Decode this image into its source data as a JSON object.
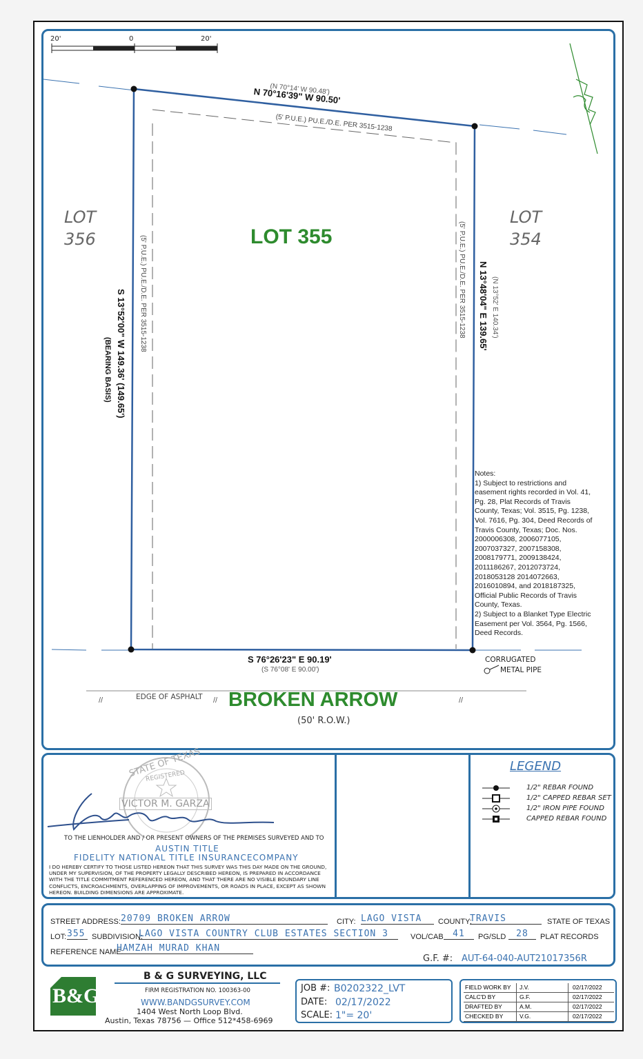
{
  "scale_bar": {
    "left": "20'",
    "center": "0",
    "right": "20'"
  },
  "lot": {
    "title": "LOT 355",
    "left_neighbor": [
      "LOT",
      "356"
    ],
    "right_neighbor": [
      "LOT",
      "354"
    ]
  },
  "bearings": {
    "north_record": "(N 70°14' W 90.48')",
    "north": "N 70°16'39\" W 90.50'",
    "north_easement": "(5' P.U.E.) PU.E./D.E. PER 3515-1238",
    "west": "S 13°52'00\" W 149.36' (149.65')",
    "west_basis": "(BEARING BASIS)",
    "west_easement": "(5' P.U.E.) PU.E./D.E. PER 3515-1238",
    "east": "N 13°48'04\" E 139.65'",
    "east_record": "(N 13°52' E 140.34')",
    "east_easement": "(5' P.U.E.) PU.E./D.E. PER 3515-1238",
    "south": "S 76°26'23\" E 90.19'",
    "south_record": "(S 76°08' E 90.00')"
  },
  "road": {
    "name": "BROKEN ARROW",
    "row": "(50' R.O.W.)",
    "edge": "EDGE OF ASPHALT",
    "pipe": [
      "CORRUGATED",
      "METAL PIPE"
    ]
  },
  "notes": [
    "Notes:",
    "1) Subject to restrictions and",
    "easement rights recorded in Vol. 41,",
    "Pg. 28, Plat Records of Travis",
    "County, Texas; Vol. 3515, Pg. 1238,",
    "Vol. 7616, Pg. 304, Deed Records of",
    "Travis County, Texas; Doc. Nos.",
    "2000006308, 2006077105,",
    "2007037327, 2007158308,",
    "2008179771, 2009138424,",
    "2011186267, 2012073724,",
    "2018053128 2014072663,",
    "2016010894, and 2018187325,",
    "Official Public Records of Travis",
    "County, Texas.",
    "2) Subject to a Blanket Type Electric",
    "Easement per Vol. 3564, Pg. 1566,",
    "Deed Records."
  ],
  "certification": {
    "seal_top": "STATE OF TEXAS",
    "seal_mid": "REGISTERED",
    "seal_name": "VICTOR M. GARZA",
    "to_line": "TO THE LIENHOLDER AND / OR PRESENT OWNERS OF THE PREMISES SURVEYED AND TO",
    "title_co": "AUSTIN TITLE",
    "insurer": "FIDELITY NATIONAL TITLE INSURANCECOMPANY",
    "statement": [
      "I DO HEREBY CERTIFY TO THOSE LISTED HEREON THAT THIS SURVEY WAS THIS DAY MADE ON THE GROUND,",
      "UNDER MY SUPERVISION, OF THE PROPERTY LEGALLY DESCRIBED HEREON, IS  PREPARED IN ACCORDANCE",
      "WITH THE TITLE COMMITMENT REFERENCED HEREON, AND THAT THERE ARE NO VISIBLE BOUNDARY LINE",
      "CONFLICTS, ENCROACHMENTS, OVERLAPPING OF IMPROVEMENTS, OR ROADS IN PLACE, EXCEPT AS SHOWN",
      "HEREON.  BUILDING DIMENSIONS ARE APPROXIMATE."
    ]
  },
  "legend": {
    "title": "LEGEND",
    "items": [
      "1/2\" REBAR FOUND",
      "1/2\" CAPPED REBAR SET",
      "1/2\" IRON PIPE FOUND",
      "CAPPED REBAR FOUND"
    ]
  },
  "property": {
    "street_label": "STREET ADDRESS:",
    "street": "20709 BROKEN ARROW",
    "city_label": "CITY:",
    "city": "LAGO VISTA",
    "county_label": "COUNTY:",
    "county": "TRAVIS",
    "state": "STATE OF TEXAS",
    "lot_label": "LOT:",
    "lot": "355",
    "subdivision_label": "SUBDIVISION:",
    "subdivision": "LAGO VISTA COUNTRY CLUB ESTATES SECTION 3",
    "volcab_label": "VOL/CAB",
    "volcab": "41",
    "pgsld_label": "PG/SLD",
    "pgsld": "28",
    "plat": "PLAT RECORDS",
    "ref_label": "REFERENCE NAME:",
    "ref": "HAMZAH MURAD KHAN",
    "gf_label": "G.F. #:",
    "gf": "AUT-64-040-AUT21017356R"
  },
  "company": {
    "logo": "B&G",
    "name": "B & G SURVEYING, LLC",
    "firm": "FIRM REGISTRATION NO. 100363-00",
    "web": "WWW.BANDGSURVEY.COM",
    "addr1": "1404 West North Loop Blvd.",
    "addr2": "Austin, Texas 78756 — Office 512*458-6969"
  },
  "job": {
    "job_label": "JOB #:",
    "job": "B0202322_LVT",
    "date_label": "DATE:",
    "date": "02/17/2022",
    "scale_label": "SCALE:",
    "scale": "1\"= 20'"
  },
  "signoff": [
    {
      "role": "FIELD WORK BY",
      "who": "J.V.",
      "date": "02/17/2022"
    },
    {
      "role": "CALC'D BY",
      "who": "G.F.",
      "date": "02/17/2022"
    },
    {
      "role": "DRAFTED BY",
      "who": "A.M.",
      "date": "02/17/2022"
    },
    {
      "role": "CHECKED BY",
      "who": "V.G.",
      "date": "02/17/2022"
    }
  ],
  "colors": {
    "border_blue": "#2a6fa6",
    "line_blue": "#2f5fa0",
    "title_green": "#2e8b2e",
    "ink": "#222222"
  }
}
